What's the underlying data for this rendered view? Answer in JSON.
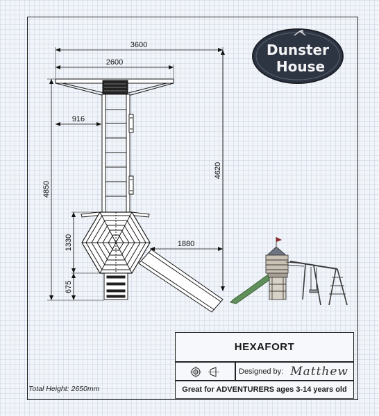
{
  "logo": {
    "line1": "Dunster",
    "line2": "House"
  },
  "dimensions": {
    "overall_width": "3600",
    "tower_width": "2600",
    "overall_height": "4850",
    "height_to_slide": "4620",
    "ladder_offset": "916",
    "slide_length": "1880",
    "hexagon_height": "1330",
    "steps_height": "675"
  },
  "title_block": {
    "product_name": "HEXAFORT",
    "designed_by_label": "Designed by:",
    "designer_signature": "Matthew",
    "tagline": "Great for ADVENTURERS ages 3-14 years old"
  },
  "footer": {
    "total_height": "Total Height: 2650mm"
  },
  "icons": [
    "projection-symbol-icon",
    "third-angle-cone-icon"
  ],
  "colors": {
    "logo_background": "#2e3542",
    "line": "#1a1a1a",
    "grid": "#9aaac8"
  }
}
